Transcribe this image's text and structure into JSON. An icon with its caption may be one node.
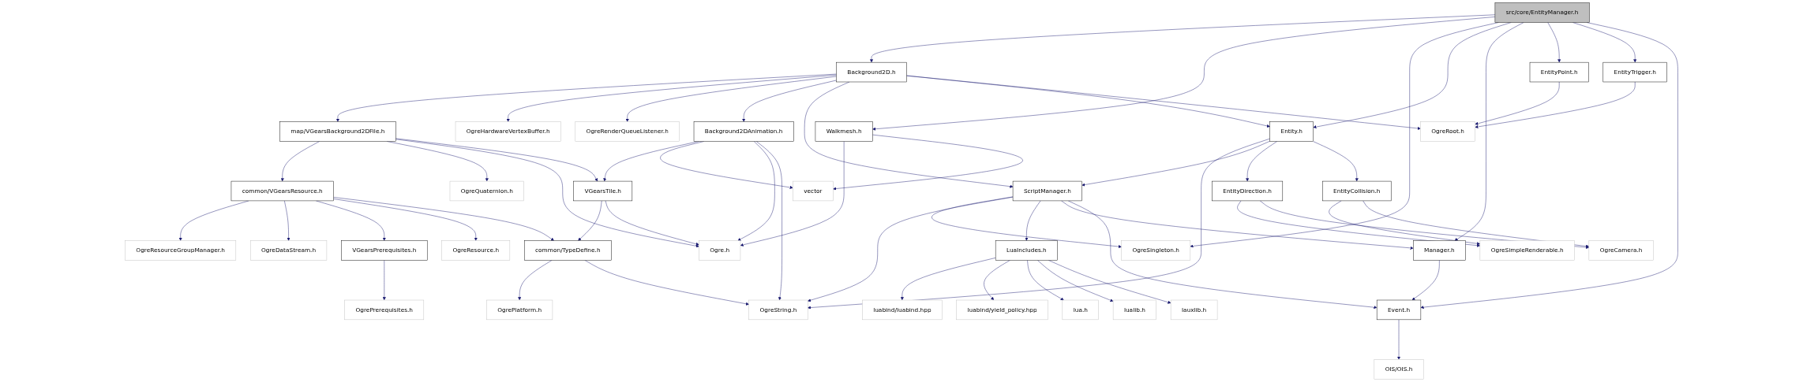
{
  "diagram": {
    "nodes": [
      {
        "text": [
          "src/core/EntityManager.h"
        ]
      },
      {
        "text": [
          "Background2D.h"
        ]
      },
      {
        "text": [
          "EntityPoint.h"
        ]
      },
      {
        "text": [
          "EntityTrigger.h"
        ]
      },
      {
        "text": [
          "map/VGearsBackground2DFile.h"
        ]
      },
      {
        "text": [
          "Walkmesh.h"
        ]
      },
      {
        "text": [
          "OgreHardwareVertexBuffer.h"
        ]
      },
      {
        "text": [
          "OgreRenderQueueListener.h"
        ]
      },
      {
        "text": [
          "Background2DAnimation.h"
        ]
      },
      {
        "text": [
          "Entity.h"
        ]
      },
      {
        "text": [
          "OgreRoot.h"
        ]
      },
      {
        "text": [
          "common/VGearsResource.h"
        ]
      },
      {
        "text": [
          "OgreQuaternion.h"
        ]
      },
      {
        "text": [
          "VGearsTile.h"
        ]
      },
      {
        "text": [
          "vector"
        ]
      },
      {
        "text": [
          "ScriptManager.h"
        ]
      },
      {
        "text": [
          "EntityDirection.h"
        ]
      },
      {
        "text": [
          "EntityCollision.h"
        ]
      },
      {
        "text": [
          "OgreResourceGroupManager.h"
        ]
      },
      {
        "text": [
          "OgreDataStream.h"
        ]
      },
      {
        "text": [
          "VGearsPrerequisites.h"
        ]
      },
      {
        "text": [
          "OgreResource.h"
        ]
      },
      {
        "text": [
          "common/TypeDefine.h"
        ]
      },
      {
        "text": [
          "Ogre.h"
        ]
      },
      {
        "text": [
          "OgreSingleton.h"
        ]
      },
      {
        "text": [
          "LuaIncludes.h"
        ]
      },
      {
        "text": [
          "Manager.h"
        ]
      },
      {
        "text": [
          "OgreSimpleRenderable.h"
        ]
      },
      {
        "text": [
          "OgreCamera.h"
        ]
      },
      {
        "text": [
          "OgrePrerequisites.h"
        ]
      },
      {
        "text": [
          "OgrePlatform.h"
        ]
      },
      {
        "text": [
          "OgreString.h"
        ]
      },
      {
        "text": [
          "luabind/luabind.hpp"
        ]
      },
      {
        "text": [
          "luabind/yield_policy.hpp"
        ]
      },
      {
        "text": [
          "lua.h"
        ]
      },
      {
        "text": [
          "lualib.h"
        ]
      },
      {
        "text": [
          "lauxlib.h"
        ]
      },
      {
        "text": [
          "Event.h"
        ]
      },
      {
        "text": [
          "OIS/OIS.h"
        ]
      }
    ],
    "edges": [
      {
        "from": 0,
        "to": 1,
        "arrow": "to"
      },
      {
        "from": 0,
        "to": 5,
        "arrow": "to"
      },
      {
        "from": 0,
        "to": 24,
        "arrow": "to"
      },
      {
        "from": 0,
        "to": 9,
        "arrow": "to"
      },
      {
        "from": 0,
        "to": 26,
        "arrow": "to"
      },
      {
        "from": 0,
        "to": 2,
        "arrow": "to"
      },
      {
        "from": 0,
        "to": 3,
        "arrow": "to"
      },
      {
        "from": 0,
        "to": 37,
        "arrow": "to"
      },
      {
        "from": 1,
        "to": 4,
        "arrow": "to"
      },
      {
        "from": 1,
        "to": 6,
        "arrow": "to"
      },
      {
        "from": 1,
        "to": 7,
        "arrow": "to"
      },
      {
        "from": 1,
        "to": 8,
        "arrow": "to"
      },
      {
        "from": 1,
        "to": 15,
        "arrow": "to"
      },
      {
        "from": 1,
        "to": 9,
        "arrow": "to"
      },
      {
        "from": 1,
        "to": 10,
        "arrow": "to"
      },
      {
        "from": 2,
        "to": 10,
        "arrow": "to"
      },
      {
        "from": 3,
        "to": 10,
        "arrow": "to"
      },
      {
        "from": 4,
        "to": 11,
        "arrow": "to"
      },
      {
        "from": 4,
        "to": 12,
        "arrow": "to"
      },
      {
        "from": 4,
        "to": 23,
        "arrow": "to"
      },
      {
        "from": 4,
        "to": 13,
        "arrow": "to"
      },
      {
        "from": 5,
        "to": 23,
        "arrow": "to"
      },
      {
        "from": 5,
        "to": 14,
        "arrow": "to"
      },
      {
        "from": 8,
        "to": 13,
        "arrow": "to"
      },
      {
        "from": 8,
        "to": 14,
        "arrow": "to"
      },
      {
        "from": 8,
        "to": 23,
        "arrow": "to"
      },
      {
        "from": 8,
        "to": 31,
        "arrow": "to"
      },
      {
        "from": 9,
        "to": 31,
        "arrow": "to"
      },
      {
        "from": 9,
        "to": 15,
        "arrow": "to"
      },
      {
        "from": 9,
        "to": 16,
        "arrow": "to"
      },
      {
        "from": 9,
        "to": 17,
        "arrow": "to"
      },
      {
        "from": 11,
        "to": 18,
        "arrow": "to"
      },
      {
        "from": 11,
        "to": 19,
        "arrow": "to"
      },
      {
        "from": 11,
        "to": 20,
        "arrow": "to"
      },
      {
        "from": 11,
        "to": 21,
        "arrow": "to"
      },
      {
        "from": 11,
        "to": 22,
        "arrow": "to"
      },
      {
        "from": 13,
        "to": 22,
        "arrow": "to"
      },
      {
        "from": 13,
        "to": 23,
        "arrow": "to"
      },
      {
        "from": 15,
        "to": 24,
        "arrow": "to"
      },
      {
        "from": 15,
        "to": 31,
        "arrow": "to"
      },
      {
        "from": 15,
        "to": 25,
        "arrow": "to"
      },
      {
        "from": 15,
        "to": 26,
        "arrow": "to"
      },
      {
        "from": 15,
        "to": 37,
        "arrow": "to"
      },
      {
        "from": 16,
        "to": 27,
        "arrow": "to"
      },
      {
        "from": 16,
        "to": 28,
        "arrow": "to"
      },
      {
        "from": 17,
        "to": 27,
        "arrow": "to"
      },
      {
        "from": 17,
        "to": 28,
        "arrow": "to"
      },
      {
        "from": 20,
        "to": 29,
        "arrow": "to"
      },
      {
        "from": 22,
        "to": 30,
        "arrow": "to"
      },
      {
        "from": 22,
        "to": 31,
        "arrow": "to"
      },
      {
        "from": 25,
        "to": 32,
        "arrow": "to"
      },
      {
        "from": 25,
        "to": 33,
        "arrow": "to"
      },
      {
        "from": 25,
        "to": 34,
        "arrow": "to"
      },
      {
        "from": 25,
        "to": 35,
        "arrow": "to"
      },
      {
        "from": 25,
        "to": 36,
        "arrow": "to"
      },
      {
        "from": 26,
        "to": 37,
        "arrow": "to"
      },
      {
        "from": 37,
        "to": 38,
        "arrow": "to"
      }
    ]
  }
}
